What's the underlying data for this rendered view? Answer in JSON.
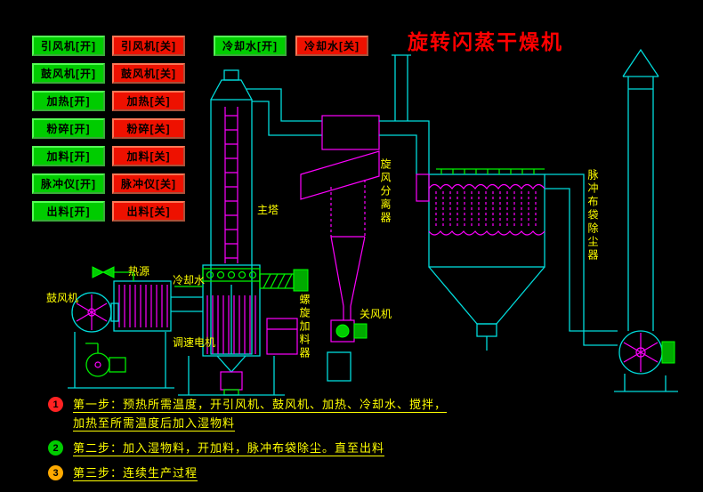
{
  "title": "旋转闪蒸干燥机",
  "colors": {
    "background": "#000000",
    "title": "#ff0000",
    "button_on": "#00cc00",
    "button_off": "#ee1100",
    "line_cyan": "#00dcdc",
    "line_magenta": "#ff00ff",
    "line_green": "#00ee00",
    "label_yellow": "#ffff00",
    "step1_badge": "#ff2222",
    "step2_badge": "#00cc00",
    "step3_badge": "#ffaa00"
  },
  "buttons": {
    "on": [
      "引风机[开]",
      "鼓风机[开]",
      "加热[开]",
      "粉碎[开]",
      "加料[开]",
      "脉冲仪[开]",
      "出料[开]"
    ],
    "off": [
      "引风机[关]",
      "鼓风机[关]",
      "加热[关]",
      "粉碎[关]",
      "加料[关]",
      "脉冲仪[关]",
      "出料[关]"
    ],
    "cooling_on": "冷却水[开]",
    "cooling_off": "冷却水[关]"
  },
  "diagram_labels": {
    "main_tower": "主塔",
    "cyclone_separator": "旋风分离器",
    "air_lock": "关风机",
    "bag_filter": "脉冲布袋除尘器",
    "blower": "鼓风机",
    "heat_source": "热源",
    "cooling_water": "冷却水",
    "speed_motor": "调速电机",
    "screw_feeder": "螺旋加料器"
  },
  "steps": [
    {
      "num": "1",
      "line1": "第一步：预热所需温度，开引风机、鼓风机、加热、冷却水、搅拌，",
      "line2": "加热至所需温度后加入湿物料"
    },
    {
      "num": "2",
      "line1": "第二步：加入湿物料，开加料，脉冲布袋除尘。直至出料",
      "line2": ""
    },
    {
      "num": "3",
      "line1": "第三步：连续生产过程",
      "line2": ""
    }
  ]
}
